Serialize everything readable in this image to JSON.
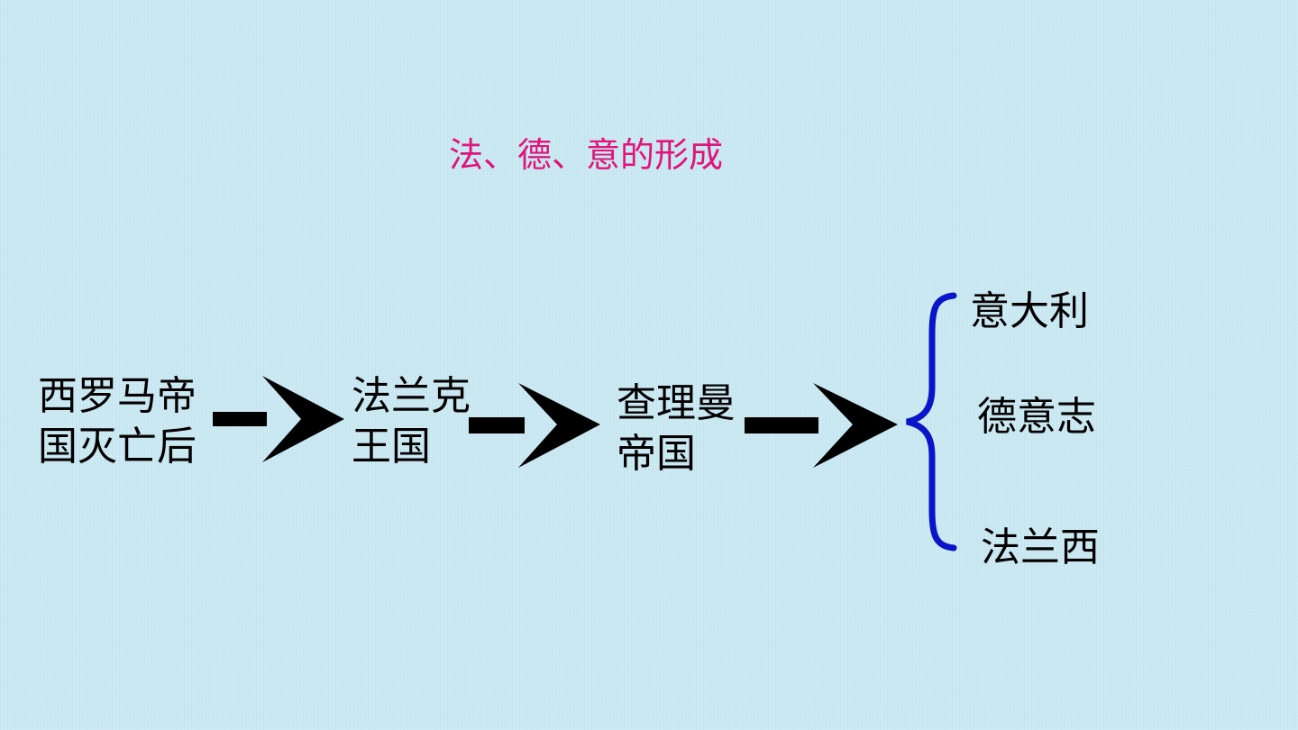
{
  "title": {
    "text": "法、德、意的形成",
    "color": "#e0147a"
  },
  "nodes": {
    "western_rome": {
      "line1": "西罗马帝",
      "line2": "国灭亡后"
    },
    "frankish": {
      "line1": "法兰克",
      "line2": "王国"
    },
    "charlemagne": {
      "line1": "查理曼",
      "line2": "帝国"
    }
  },
  "branches": {
    "italy": "意大利",
    "germany": "德意志",
    "france": "法兰西"
  },
  "colors": {
    "arrow": "#000000",
    "brace": "#0a14c8",
    "text": "#000000"
  },
  "icons": {
    "arrow": "right-chevron-arrow",
    "brace": "left-curly-brace"
  }
}
